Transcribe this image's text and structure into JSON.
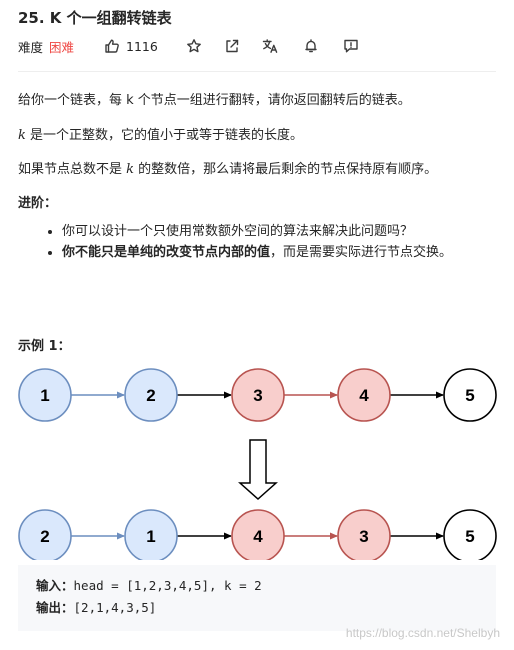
{
  "problem": {
    "title": "25. K 个一组翻转链表",
    "difficulty_label": "难度",
    "difficulty": "困难",
    "likes": "1116"
  },
  "icons": [
    "thumbs-up-icon",
    "star-icon",
    "share-icon",
    "translate-icon",
    "bell-icon",
    "feedback-icon"
  ],
  "description": {
    "p1": "给你一个链表，每 k 个节点一组进行翻转，请你返回翻转后的链表。",
    "p2_var": "k",
    "p2_text": " 是一个正整数，它的值小于或等于链表的长度。",
    "p3_pre": "如果节点总数不是 ",
    "p3_var": "k",
    "p3_post": " 的整数倍，那么请将最后剩余的节点保持原有顺序。"
  },
  "advanced": {
    "title": "进阶：",
    "item1": "你可以设计一个只使用常数额外空间的算法来解决此问题吗？",
    "item2_bold": "你不能只是单纯的改变节点内部的值",
    "item2_rest": "，而是需要实际进行节点交换。"
  },
  "example": {
    "title": "示例 1：",
    "before": [
      1,
      2,
      3,
      4,
      5
    ],
    "after": [
      2,
      1,
      4,
      3,
      5
    ],
    "colors": {
      "blue_fill": "#dae8fc",
      "blue_stroke": "#6c8ebf",
      "red_fill": "#f8cecc",
      "red_stroke": "#b85450",
      "white_fill": "#ffffff",
      "black_stroke": "#000000"
    },
    "input_label": "输入：",
    "input_value": "head = [1,2,3,4,5], k = 2",
    "output_label": "输出：",
    "output_value": "[2,1,4,3,5]"
  },
  "watermark": "https://blog.csdn.net/Shelbyh"
}
